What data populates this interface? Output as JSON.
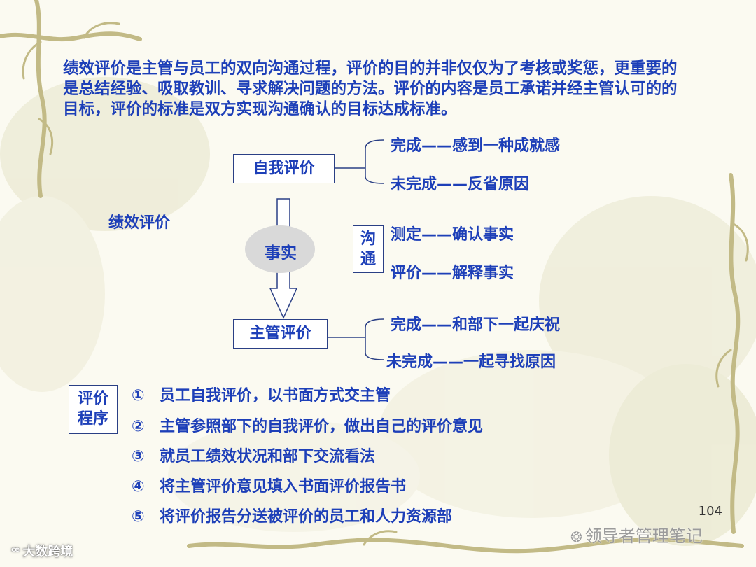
{
  "intro": "绩效评价是主管与员工的双向沟通过程，评价的目的并非仅仅为了考核或奖惩，更重要的是总结经验、吸取教训、寻求解决问题的方法。评价的内容是员工承诺并经主管认可的的目标，评价的标准是双方实现沟通确认的目标达成标准。",
  "diagram": {
    "title": "绩效评价",
    "self_eval": {
      "label": "自我评价",
      "outcomes": [
        "完成——感到一种成就感",
        "未完成——反省原因"
      ]
    },
    "fact": "事实",
    "communication": {
      "label_top": "沟",
      "label_bottom": "通",
      "items": [
        "测定——确认事实",
        "评价——解释事实"
      ]
    },
    "manager_eval": {
      "label": "主管评价",
      "outcomes": [
        "完成——和部下一起庆祝",
        "未完成——一起寻找原因"
      ]
    }
  },
  "procedure": {
    "label_top": "评价",
    "label_bottom": "程序",
    "steps": [
      {
        "num": "①",
        "text": "员工自我评价，以书面方式交主管"
      },
      {
        "num": "②",
        "text": "主管参照部下的自我评价，做出自己的评价意见"
      },
      {
        "num": "③",
        "text": "就员工绩效状况和部下交流看法"
      },
      {
        "num": "④",
        "text": "将主管评价意见填入书面评价报告书"
      },
      {
        "num": "⑤",
        "text": "将评价报告分送被评价的员工和人力资源部"
      }
    ]
  },
  "page_number": "104",
  "watermark_right": "领导者管理笔记",
  "watermark_left": "大数跨境",
  "colors": {
    "text_blue": "#1d3fb8",
    "box_border": "#2a3f85",
    "fact_ellipse": "#d9d9d9",
    "vine": "#c2ba86",
    "background": "#fbfaf1"
  }
}
